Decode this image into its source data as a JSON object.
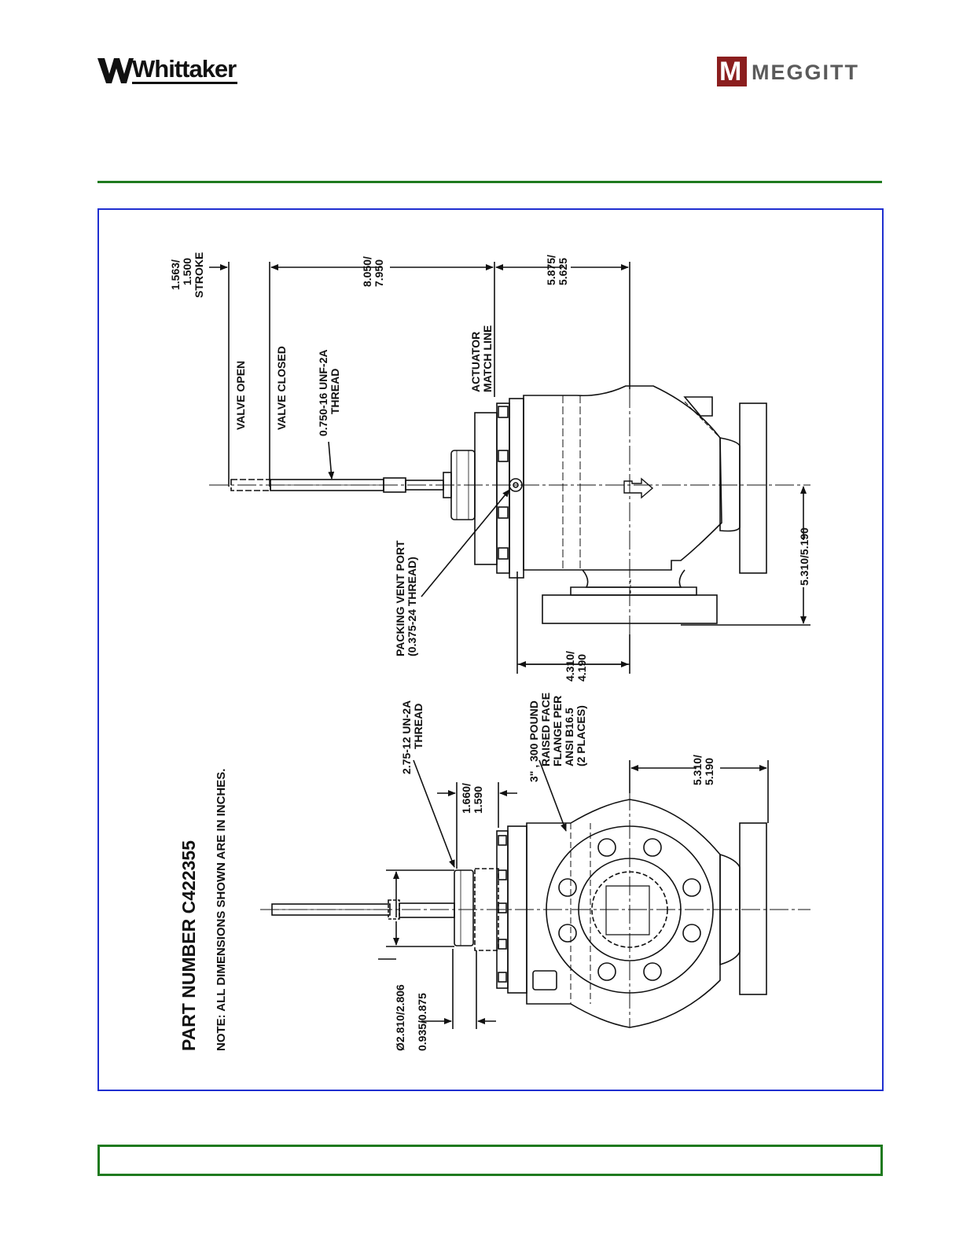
{
  "header": {
    "left_logo": {
      "text": "Whittaker",
      "icon": "whittaker-w-icon"
    },
    "right_logo": {
      "text": "MEGGITT",
      "icon": "meggitt-m-icon",
      "color": "#8b1e1e"
    }
  },
  "colors": {
    "rule": "#1f7a1f",
    "frame": "#1f2fd0",
    "footer": "#1f7a1f"
  },
  "drawing": {
    "part_number": "PART NUMBER C422355",
    "note": "NOTE:  ALL DIMENSIONS SHOWN ARE IN INCHES.",
    "side_view": {
      "stroke": {
        "line1": "1.563/",
        "line2": "1.500",
        "line3": "STROKE"
      },
      "valve_open": "VALVE OPEN",
      "valve_closed": "VALVE CLOSED",
      "stem_thread": {
        "line1": "0.750-16 UNF-2A",
        "line2": "THREAD"
      },
      "dim_8050": {
        "line1": "8.050/",
        "line2": "7.950"
      },
      "actuator": {
        "line1": "ACTUATOR",
        "line2": "MATCH LINE"
      },
      "dim_5875": {
        "line1": "5.875/",
        "line2": "5.625"
      },
      "packing": {
        "line1": "PACKING VENT PORT",
        "line2": "(0.375-24 THREAD)"
      },
      "dim_4310": {
        "line1": "4.310/",
        "line2": "4.190"
      },
      "dim_5310_side": "5.310/5.190"
    },
    "end_view": {
      "thread_275": {
        "line1": "2.75-12 UN-2A",
        "line2": "THREAD"
      },
      "flange": {
        "line1": "3\" , 300 POUND",
        "line2": "RAISED FACE",
        "line3": "FLANGE PER",
        "line4": "ANSI B16.5",
        "line5": "(2 PLACES)"
      },
      "dim_1660": {
        "line1": "1.660/",
        "line2": "1.590"
      },
      "dim_5310_end": {
        "line1": "5.310/",
        "line2": "5.190"
      },
      "dim_diameter": "Ø2.810/2.806",
      "dim_0935": "0.935/0.875"
    }
  }
}
